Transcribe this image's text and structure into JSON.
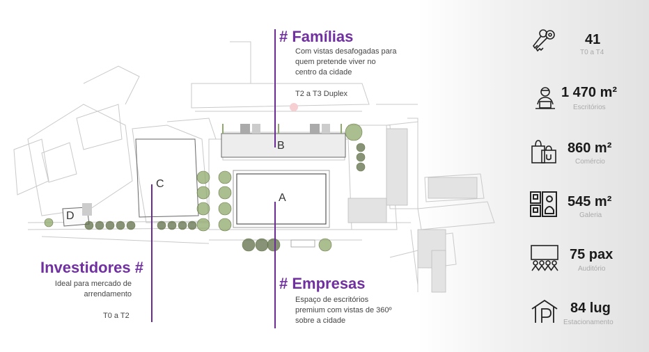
{
  "map_labels": {
    "a": "A",
    "b": "B",
    "c": "C",
    "d": "D"
  },
  "familias": {
    "title": "# Famílias",
    "desc_lines": [
      "Com vistas desafogadas para",
      "quem pretende viver no",
      "centro da cidade"
    ],
    "typology": "T2 a T3 Duplex"
  },
  "investidores": {
    "title": "Investidores #",
    "desc_lines": [
      "Ideal para mercado de",
      "arrendamento"
    ],
    "typology": "T0 a T2"
  },
  "empresas": {
    "title": "# Empresas",
    "desc_lines": [
      "Espaço de escritórios",
      "premium com vistas de 360º",
      "sobre a cidade"
    ]
  },
  "stats": [
    {
      "value": "41",
      "label": "T0 a T4",
      "icon": "keys-icon"
    },
    {
      "value": "1 470 m²",
      "label": "Escritórios",
      "icon": "office-worker-icon"
    },
    {
      "value": "860 m²",
      "label": "Comércio",
      "icon": "shopping-bags-icon"
    },
    {
      "value": "545 m²",
      "label": "Galeria",
      "icon": "gallery-icon"
    },
    {
      "value": "75 pax",
      "label": "Auditório",
      "icon": "auditorium-icon"
    },
    {
      "value": "84 lug",
      "label": "Estacionamento",
      "icon": "parking-icon"
    }
  ],
  "colors": {
    "accent": "#7030a0",
    "tree": "#8fa86b",
    "tree_dark": "#5f6e48"
  }
}
